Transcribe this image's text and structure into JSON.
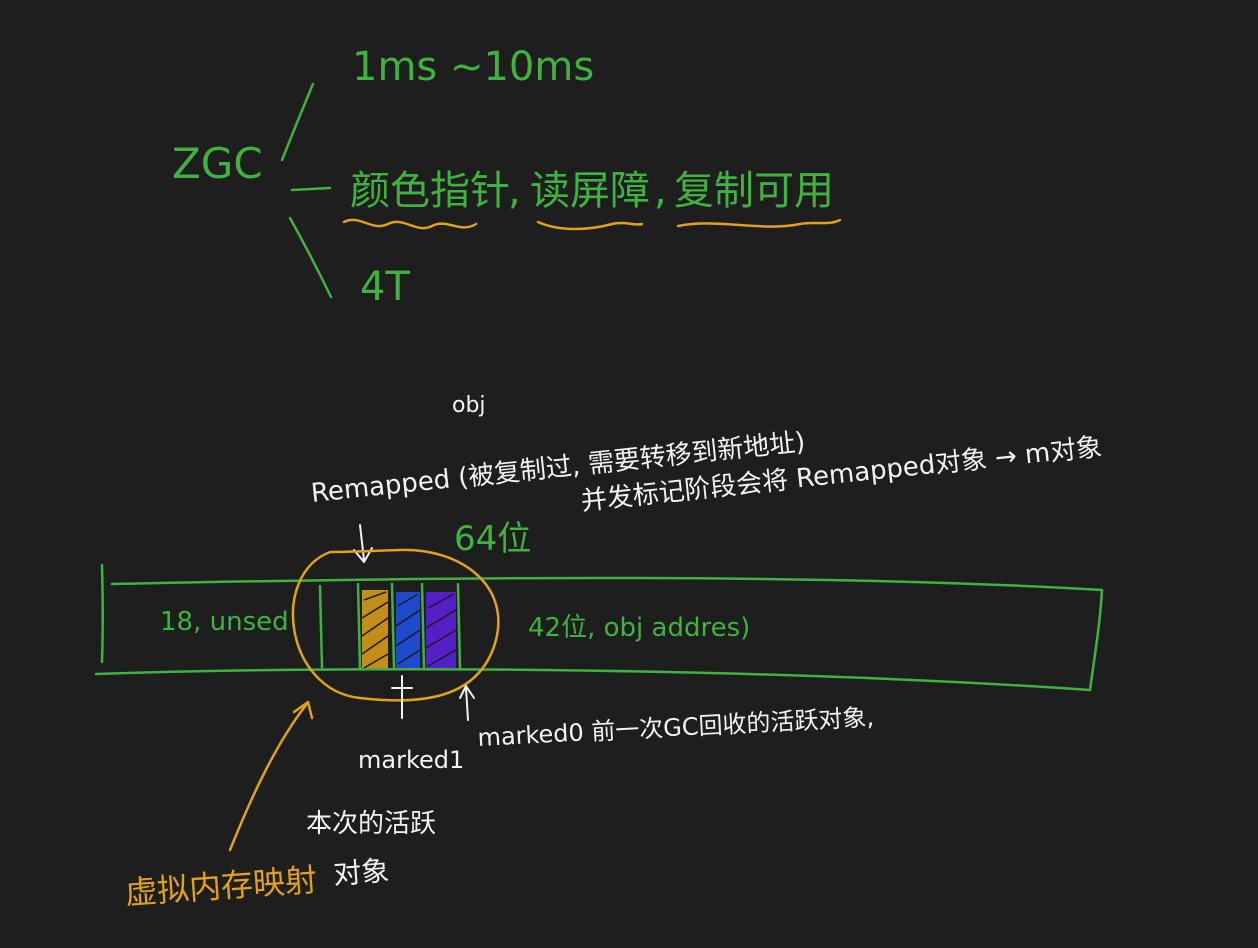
{
  "colors": {
    "background": "#1e1e1e",
    "ink_green": "#3fb33f",
    "ink_white": "#f2f2f2",
    "ink_orange": "#e0a11b",
    "fill_remapped": "#e0a11b",
    "fill_marked1": "#1f4fe0",
    "fill_marked0": "#5a1fd6"
  },
  "mindmap": {
    "root": "ZGC",
    "branch_pause": "1ms ~10ms",
    "branch_tech": {
      "item1": "颜色指针",
      "sep1": ",",
      "item2": "读屏障",
      "sep2": ",",
      "item3": "复制可用"
    },
    "branch_size": "4T"
  },
  "pointer_diagram": {
    "bits_label": "64位",
    "segment_unused": "18, unsed",
    "segment_address": "42位, obj addres)",
    "remapped_obj_word": "obj",
    "remapped_label": "Remapped (被复制过, 需要转移到新地址)",
    "remapped_note": "并发标记阶段会将 Remapped对象 → m对象",
    "marked0_label": "marked0 前一次GC回收的活跃对象,",
    "marked1_label": "marked1",
    "marked1_note": "本次的活跃",
    "virtual_memory_label": "虚拟内存映射",
    "virtual_memory_suffix": "对象"
  }
}
